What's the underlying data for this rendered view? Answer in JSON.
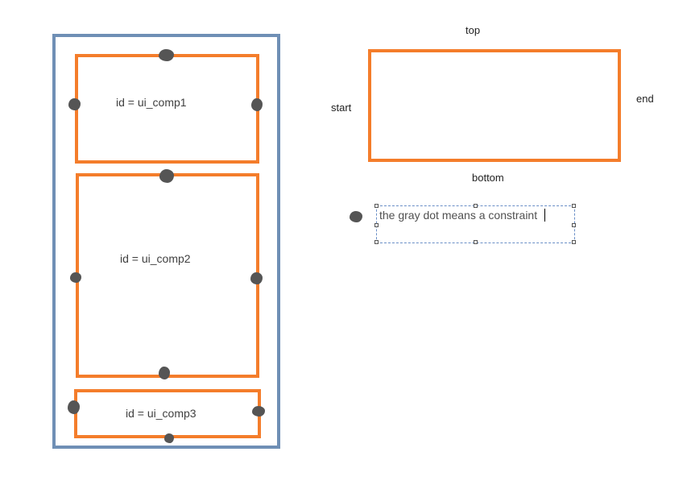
{
  "layout_demo": {
    "comp1": {
      "label": "id = ui_comp1"
    },
    "comp2": {
      "label": "id = ui_comp2"
    },
    "comp3": {
      "label": "id = ui_comp3"
    }
  },
  "legend": {
    "top": "top",
    "start": "start",
    "end": "end",
    "bottom": "bottom",
    "note": "the gray dot means a constraint"
  },
  "colors": {
    "parent_border": "#6f8fb5",
    "component_border": "#f47d2b",
    "constraint_dot": "#555555"
  }
}
